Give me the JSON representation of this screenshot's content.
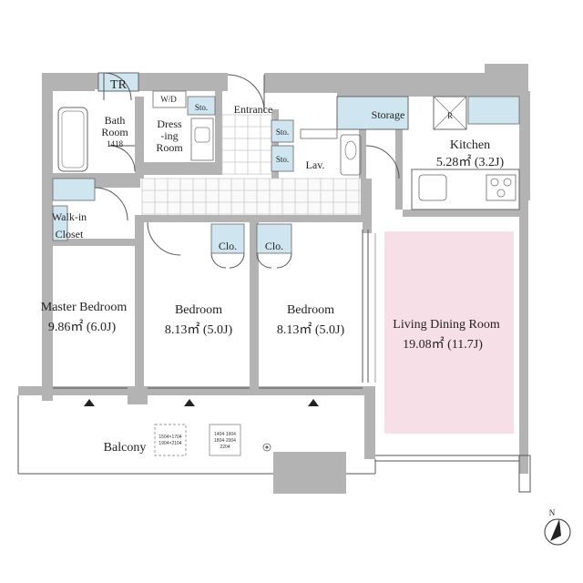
{
  "floor_plan": {
    "rooms": {
      "tr": {
        "label": "TR"
      },
      "bath": {
        "line1": "Bath",
        "line2": "Room",
        "line3": "1418"
      },
      "wd": {
        "label": "W/D"
      },
      "dressing": {
        "line1": "Dress",
        "line2": "-ing",
        "line3": "Room"
      },
      "sto_dressing": {
        "label": "Sto."
      },
      "entrance": {
        "label": "Entrance"
      },
      "sto_entry_upper": {
        "label": "Sto."
      },
      "sto_entry_lower": {
        "label": "Sto."
      },
      "lav": {
        "label": "Lav."
      },
      "storage": {
        "label": "Storage"
      },
      "refrigerator": {
        "label": "R"
      },
      "kitchen": {
        "name": "Kitchen",
        "area": "5.28㎡ (3.2J)"
      },
      "walk_in_closet": {
        "line1": "Walk-in",
        "line2": "Closet"
      },
      "closet_1": {
        "label": "Clo."
      },
      "closet_2": {
        "label": "Clo."
      },
      "master_bedroom": {
        "name": "Master Bedroom",
        "area": "9.86㎡ (6.0J)"
      },
      "bedroom_1": {
        "name": "Bedroom",
        "area": "8.13㎡ (5.0J)"
      },
      "bedroom_2": {
        "name": "Bedroom",
        "area": "8.13㎡ (5.0J)"
      },
      "living_dining": {
        "name": "Living Dining Room",
        "area": "19.08㎡ (11.7J)"
      },
      "balcony": {
        "label": "Balcony"
      }
    },
    "balcony_notes": {
      "box1": [
        "1504×1704",
        "1904×2104"
      ],
      "box2": [
        "1404·1604",
        "1804·2004",
        "2204"
      ]
    },
    "compass": {
      "label": "N"
    },
    "colors": {
      "wall": "#b3b3b3",
      "storage_fill": "#cfe6f0",
      "living_fill": "#f7dfe8",
      "tile_line": "#c9c9c9"
    }
  }
}
